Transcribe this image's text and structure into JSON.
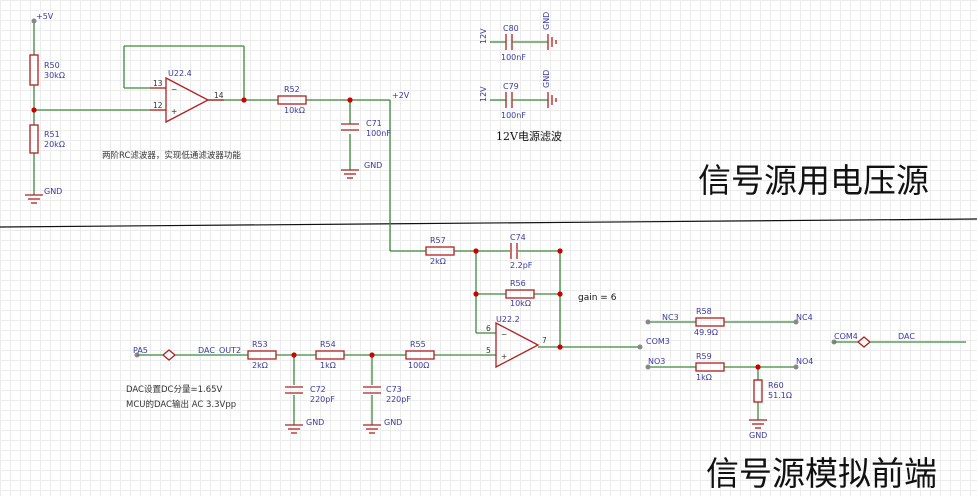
{
  "sections": {
    "voltage_source_title": "信号源用电压源",
    "analog_frontend_title": "信号源模拟前端",
    "filter_12v_label": "12V电源滤波"
  },
  "nets": {
    "p5v": "+5V",
    "p2v": "+2V",
    "v12_a": "12V",
    "v12_b": "12V",
    "gnd_r51": "GND",
    "gnd_c71": "GND",
    "gnd_c80": "GND",
    "gnd_c79": "GND",
    "gnd_c72": "GND",
    "gnd_c73": "GND",
    "gnd_r60": "GND",
    "pa5": "PA5",
    "dac_out2": "DAC_OUT2",
    "nc3": "NC3",
    "nc4": "NC4",
    "no3": "NO3",
    "no4": "NO4",
    "com3": "COM3",
    "com4": "COM4",
    "dac": "DAC"
  },
  "parts": {
    "r50": {
      "ref": "R50",
      "value": "30kΩ"
    },
    "r51": {
      "ref": "R51",
      "value": "20kΩ"
    },
    "r52": {
      "ref": "R52",
      "value": "10kΩ"
    },
    "c71": {
      "ref": "C71",
      "value": "100nF"
    },
    "c80": {
      "ref": "C80",
      "value": "100nF"
    },
    "c79": {
      "ref": "C79",
      "value": "100nF"
    },
    "u224": {
      "ref": "U22.4",
      "pin_a": "13",
      "pin_b": "12",
      "pin_out": "14"
    },
    "r57": {
      "ref": "R57",
      "value": "2kΩ"
    },
    "c74": {
      "ref": "C74",
      "value": "2.2pF"
    },
    "r56": {
      "ref": "R56",
      "value": "10kΩ"
    },
    "u222": {
      "ref": "U22.2",
      "pin_a": "6",
      "pin_b": "5",
      "pin_out": "7"
    },
    "r53": {
      "ref": "R53",
      "value": "2kΩ"
    },
    "r54": {
      "ref": "R54",
      "value": "1kΩ"
    },
    "r55": {
      "ref": "R55",
      "value": "100Ω"
    },
    "c72": {
      "ref": "C72",
      "value": "220pF"
    },
    "c73": {
      "ref": "C73",
      "value": "220pF"
    },
    "r58": {
      "ref": "R58",
      "value": "49.9Ω"
    },
    "r59": {
      "ref": "R59",
      "value": "1kΩ"
    },
    "r60": {
      "ref": "R60",
      "value": "51.1Ω"
    }
  },
  "notes": {
    "rc_filter": "两阶RC滤波器，实现低通滤波器功能",
    "gain": "gain = 6",
    "dac_bias": "DAC设置DC分量=1.65V",
    "mcu_dac": "MCU的DAC输出 AC 3.3Vpp"
  }
}
